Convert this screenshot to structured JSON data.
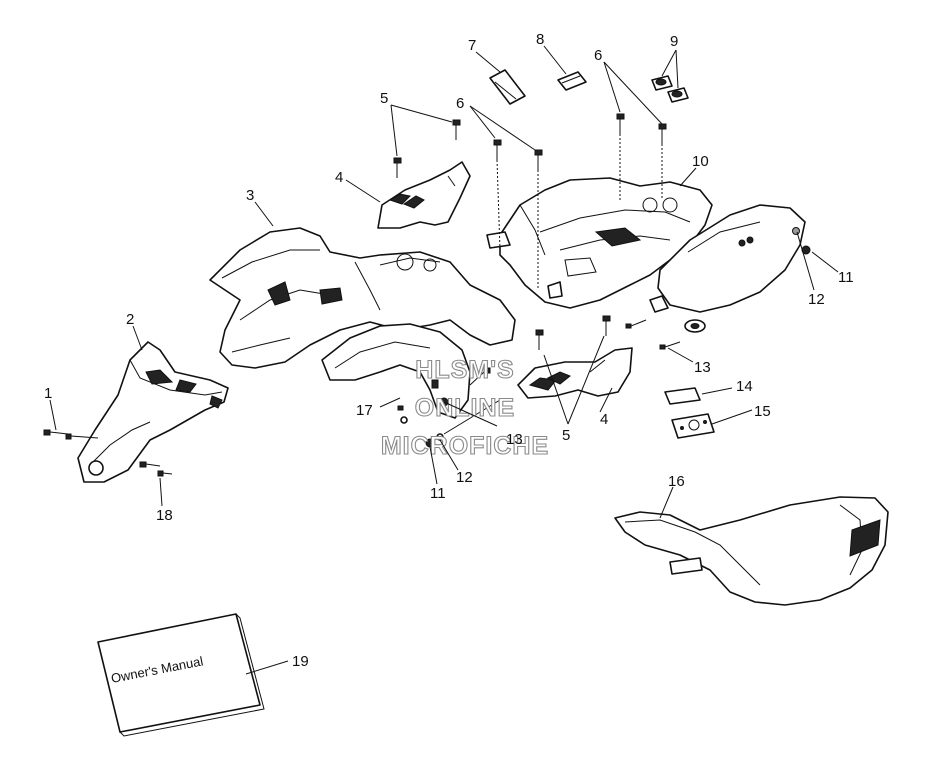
{
  "callouts": {
    "c1": "1",
    "c2": "2",
    "c3": "3",
    "c4a": "4",
    "c4b": "4",
    "c5a": "5",
    "c5b": "5",
    "c6a": "6",
    "c6b": "6",
    "c7": "7",
    "c8": "8",
    "c9": "9",
    "c10": "10",
    "c11a": "11",
    "c11b": "11",
    "c12a": "12",
    "c12b": "12",
    "c13a": "13",
    "c13b": "13",
    "c14": "14",
    "c15": "15",
    "c16": "16",
    "c17": "17",
    "c18": "18",
    "c19": "19"
  },
  "watermark": {
    "line1": "HLSM'S",
    "line2": "ONLINE",
    "line3": "MICROFICHE"
  },
  "manual": {
    "label": "Owner's Manual"
  }
}
